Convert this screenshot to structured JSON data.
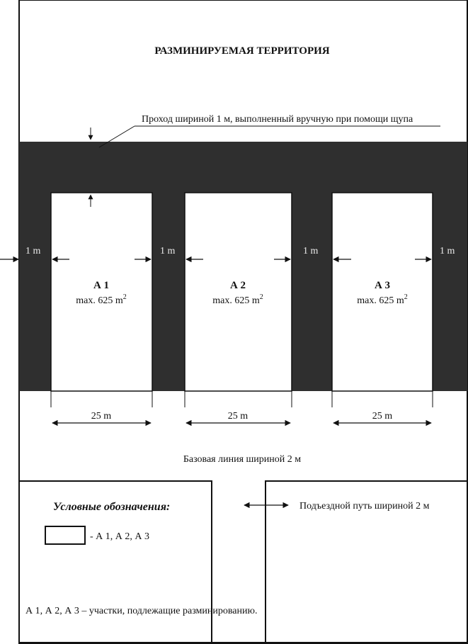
{
  "title": "РАЗМИНИРУЕМАЯ ТЕРРИТОРИЯ",
  "passage_label": "Проход шириной 1 м, выполненный вручную при помощи щупа",
  "strip_width_label": "1 m",
  "plots": [
    {
      "name": "А 1",
      "max_area": "max. 625 m",
      "area_exp": "2",
      "width_label": "25 m"
    },
    {
      "name": "А 2",
      "max_area": "max. 625 m",
      "area_exp": "2",
      "width_label": "25 m"
    },
    {
      "name": "А 3",
      "max_area": "max. 625 m",
      "area_exp": "2",
      "width_label": "25 m"
    }
  ],
  "baseline_label": "Базовая линия шириной 2 м",
  "access_road_label": "Подъездной путь шириной 2 м",
  "legend": {
    "title": "Условные обозначения:",
    "item_label": "- А 1, А 2, А 3",
    "note": "А 1, А 2, А 3 – участки, подлежащие разминированию."
  },
  "colors": {
    "cleared_strip": "#2f2f2f",
    "line": "#111111",
    "paper": "#ffffff"
  }
}
